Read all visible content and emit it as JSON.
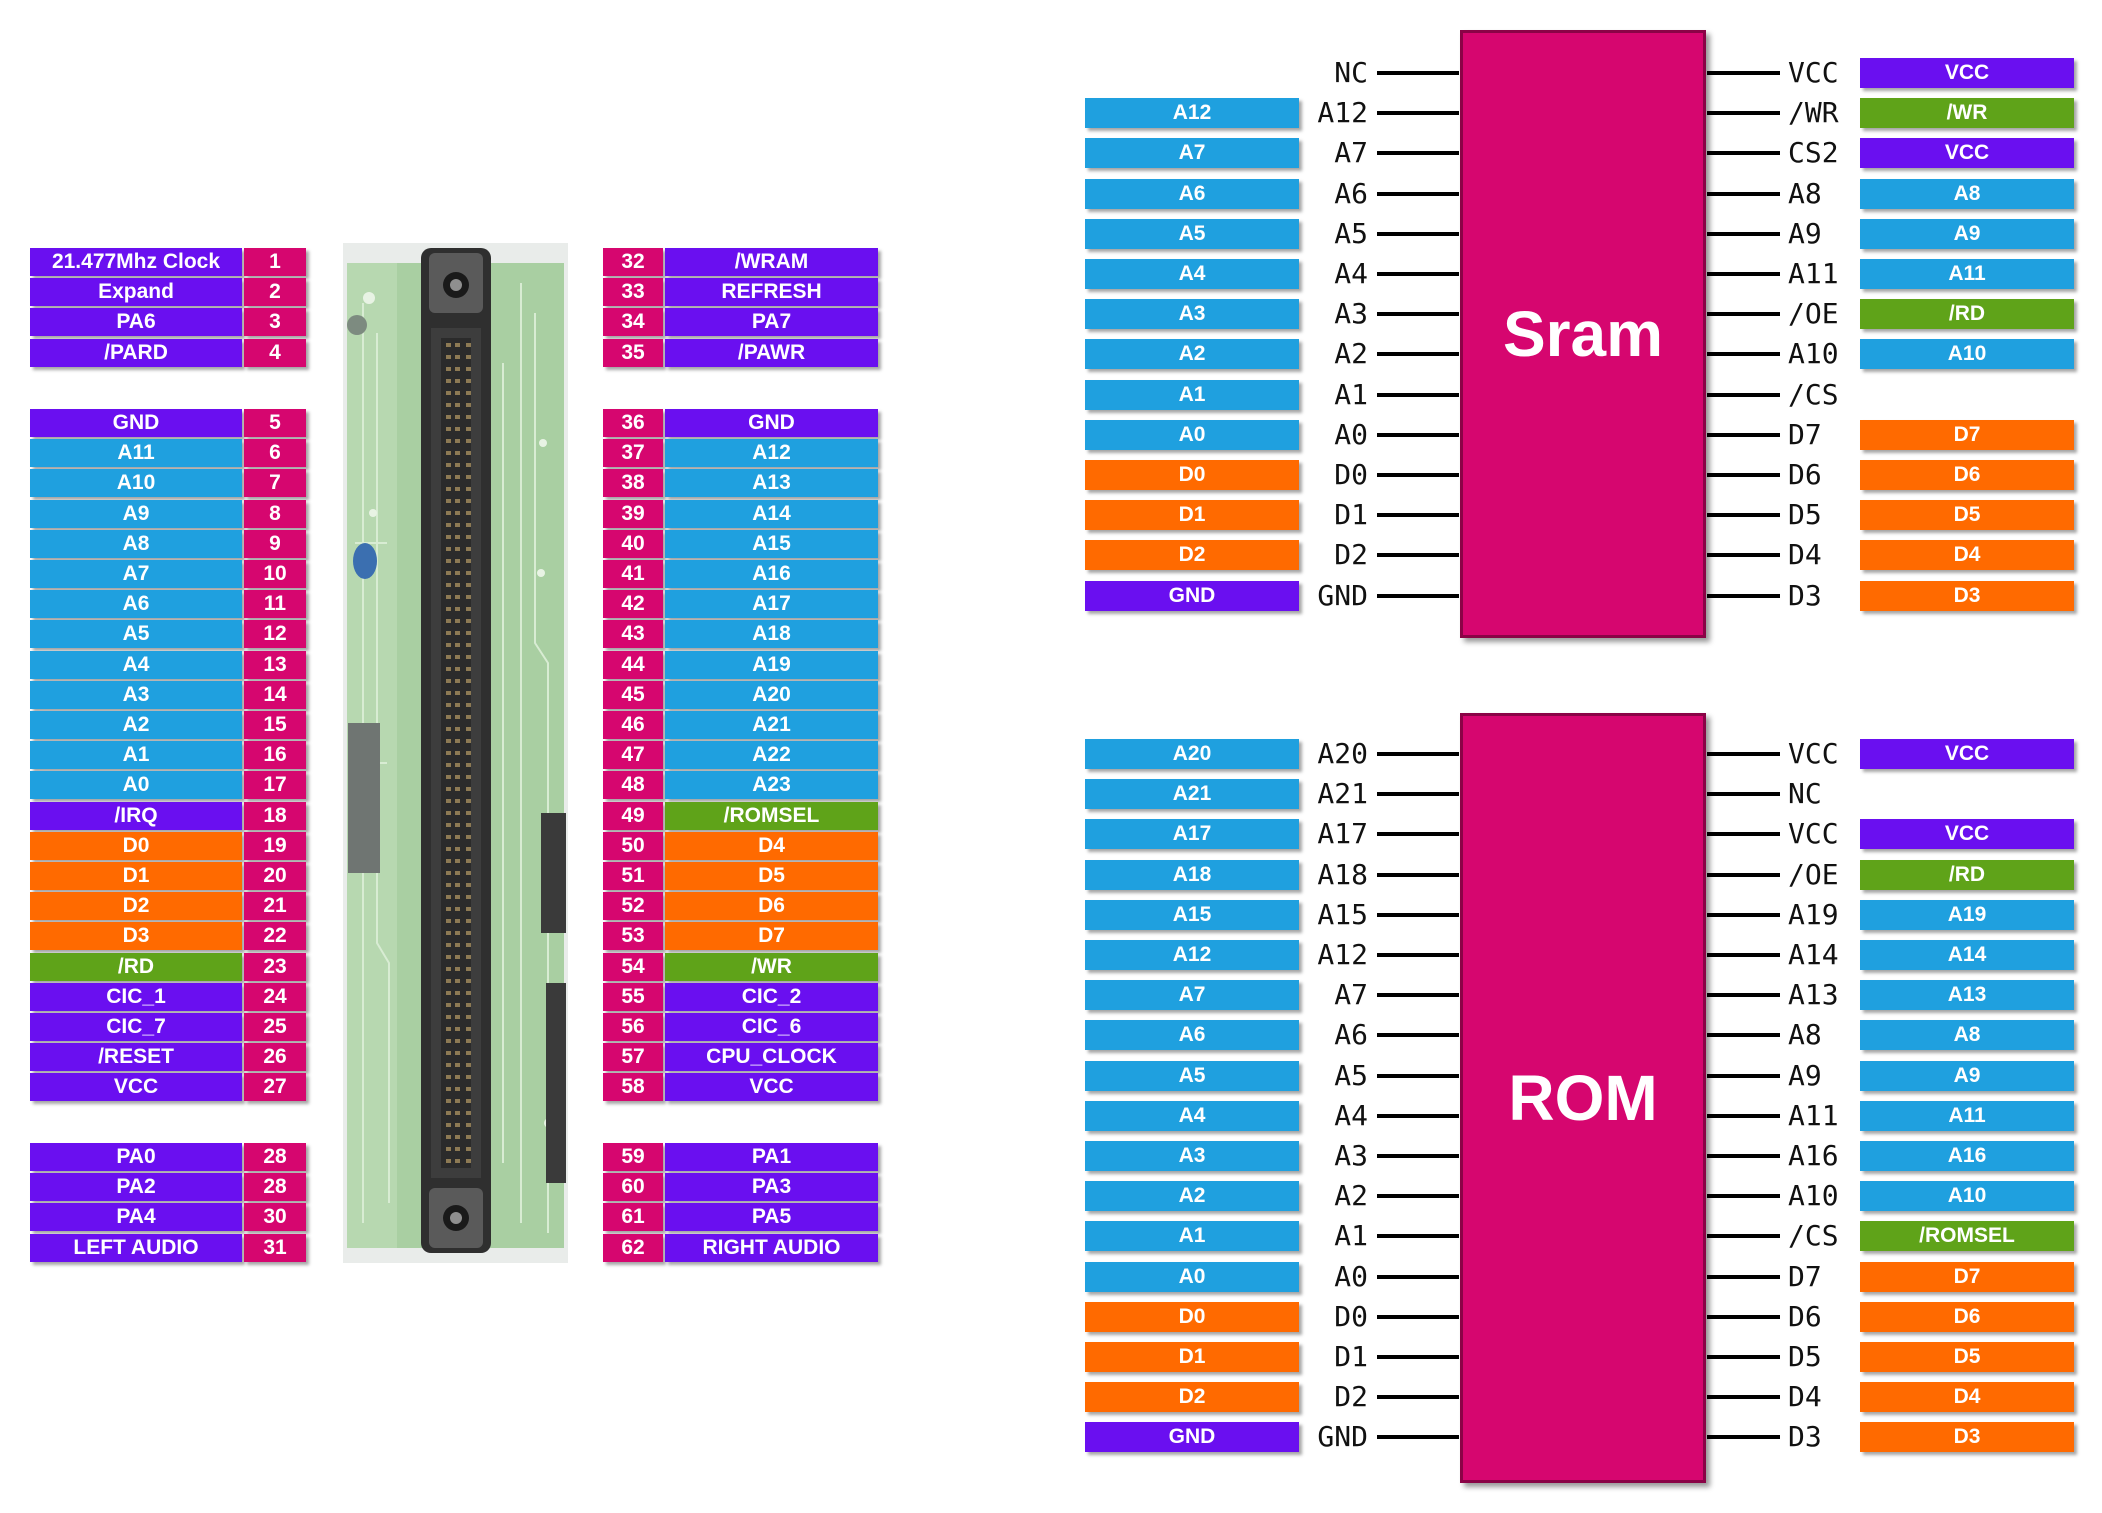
{
  "colors": {
    "addr": "#1fa0df",
    "data": "#ff6a00",
    "ctrl": "#6a0ff0",
    "sig": "#5fa319",
    "pin": "#d6066f"
  },
  "connector": {
    "left_groups": [
      [
        [
          "21.477Mhz Clock",
          "1",
          "ctrl"
        ],
        [
          "Expand",
          "2",
          "ctrl"
        ],
        [
          "PA6",
          "3",
          "ctrl"
        ],
        [
          "/PARD",
          "4",
          "ctrl"
        ]
      ],
      [
        [
          "GND",
          "5",
          "ctrl"
        ],
        [
          "A11",
          "6",
          "addr"
        ],
        [
          "A10",
          "7",
          "addr"
        ],
        [
          "A9",
          "8",
          "addr"
        ],
        [
          "A8",
          "9",
          "addr"
        ],
        [
          "A7",
          "10",
          "addr"
        ],
        [
          "A6",
          "11",
          "addr"
        ],
        [
          "A5",
          "12",
          "addr"
        ],
        [
          "A4",
          "13",
          "addr"
        ],
        [
          "A3",
          "14",
          "addr"
        ],
        [
          "A2",
          "15",
          "addr"
        ],
        [
          "A1",
          "16",
          "addr"
        ],
        [
          "A0",
          "17",
          "addr"
        ],
        [
          "/IRQ",
          "18",
          "ctrl"
        ],
        [
          "D0",
          "19",
          "data"
        ],
        [
          "D1",
          "20",
          "data"
        ],
        [
          "D2",
          "21",
          "data"
        ],
        [
          "D3",
          "22",
          "data"
        ],
        [
          "/RD",
          "23",
          "sig"
        ],
        [
          "CIC_1",
          "24",
          "ctrl"
        ],
        [
          "CIC_7",
          "25",
          "ctrl"
        ],
        [
          "/RESET",
          "26",
          "ctrl"
        ],
        [
          "VCC",
          "27",
          "ctrl"
        ]
      ],
      [
        [
          "PA0",
          "28",
          "ctrl"
        ],
        [
          "PA2",
          "28",
          "ctrl"
        ],
        [
          "PA4",
          "30",
          "ctrl"
        ],
        [
          "LEFT AUDIO",
          "31",
          "ctrl"
        ]
      ]
    ],
    "right_groups": [
      [
        [
          "32",
          "/WRAM",
          "ctrl"
        ],
        [
          "33",
          "REFRESH",
          "ctrl"
        ],
        [
          "34",
          "PA7",
          "ctrl"
        ],
        [
          "35",
          "/PAWR",
          "ctrl"
        ]
      ],
      [
        [
          "36",
          "GND",
          "ctrl"
        ],
        [
          "37",
          "A12",
          "addr"
        ],
        [
          "38",
          "A13",
          "addr"
        ],
        [
          "39",
          "A14",
          "addr"
        ],
        [
          "40",
          "A15",
          "addr"
        ],
        [
          "41",
          "A16",
          "addr"
        ],
        [
          "42",
          "A17",
          "addr"
        ],
        [
          "43",
          "A18",
          "addr"
        ],
        [
          "44",
          "A19",
          "addr"
        ],
        [
          "45",
          "A20",
          "addr"
        ],
        [
          "46",
          "A21",
          "addr"
        ],
        [
          "47",
          "A22",
          "addr"
        ],
        [
          "48",
          "A23",
          "addr"
        ],
        [
          "49",
          "/ROMSEL",
          "sig"
        ],
        [
          "50",
          "D4",
          "data"
        ],
        [
          "51",
          "D5",
          "data"
        ],
        [
          "52",
          "D6",
          "data"
        ],
        [
          "53",
          "D7",
          "data"
        ],
        [
          "54",
          "/WR",
          "sig"
        ],
        [
          "55",
          "CIC_2",
          "ctrl"
        ],
        [
          "56",
          "CIC_6",
          "ctrl"
        ],
        [
          "57",
          "CPU_CLOCK",
          "ctrl"
        ],
        [
          "58",
          "VCC",
          "ctrl"
        ]
      ],
      [
        [
          "59",
          "PA1",
          "ctrl"
        ],
        [
          "60",
          "PA3",
          "ctrl"
        ],
        [
          "61",
          "PA5",
          "ctrl"
        ],
        [
          "62",
          "RIGHT AUDIO",
          "ctrl"
        ]
      ]
    ]
  },
  "sram": {
    "title": "Sram",
    "left": [
      [
        "",
        "",
        "NC"
      ],
      [
        "A12",
        "addr",
        "A12"
      ],
      [
        "A7",
        "addr",
        "A7"
      ],
      [
        "A6",
        "addr",
        "A6"
      ],
      [
        "A5",
        "addr",
        "A5"
      ],
      [
        "A4",
        "addr",
        "A4"
      ],
      [
        "A3",
        "addr",
        "A3"
      ],
      [
        "A2",
        "addr",
        "A2"
      ],
      [
        "A1",
        "addr",
        "A1"
      ],
      [
        "A0",
        "addr",
        "A0"
      ],
      [
        "D0",
        "data",
        "D0"
      ],
      [
        "D1",
        "data",
        "D1"
      ],
      [
        "D2",
        "data",
        "D2"
      ],
      [
        "GND",
        "ctrl",
        "GND"
      ]
    ],
    "right": [
      [
        "VCC",
        "VCC",
        "ctrl"
      ],
      [
        "/WR",
        "/WR",
        "sig"
      ],
      [
        "CS2",
        "VCC",
        "ctrl"
      ],
      [
        "A8",
        "A8",
        "addr"
      ],
      [
        "A9",
        "A9",
        "addr"
      ],
      [
        "A11",
        "A11",
        "addr"
      ],
      [
        "/OE",
        "/RD",
        "sig"
      ],
      [
        "A10",
        "A10",
        "addr"
      ],
      [
        "/CS",
        "",
        ""
      ],
      [
        "D7",
        "D7",
        "data"
      ],
      [
        "D6",
        "D6",
        "data"
      ],
      [
        "D5",
        "D5",
        "data"
      ],
      [
        "D4",
        "D4",
        "data"
      ],
      [
        "D3",
        "D3",
        "data"
      ]
    ]
  },
  "rom": {
    "title": "ROM",
    "left": [
      [
        "A20",
        "addr",
        "A20"
      ],
      [
        "A21",
        "addr",
        "A21"
      ],
      [
        "A17",
        "addr",
        "A17"
      ],
      [
        "A18",
        "addr",
        "A18"
      ],
      [
        "A15",
        "addr",
        "A15"
      ],
      [
        "A12",
        "addr",
        "A12"
      ],
      [
        "A7",
        "addr",
        "A7"
      ],
      [
        "A6",
        "addr",
        "A6"
      ],
      [
        "A5",
        "addr",
        "A5"
      ],
      [
        "A4",
        "addr",
        "A4"
      ],
      [
        "A3",
        "addr",
        "A3"
      ],
      [
        "A2",
        "addr",
        "A2"
      ],
      [
        "A1",
        "addr",
        "A1"
      ],
      [
        "A0",
        "addr",
        "A0"
      ],
      [
        "D0",
        "data",
        "D0"
      ],
      [
        "D1",
        "data",
        "D1"
      ],
      [
        "D2",
        "data",
        "D2"
      ],
      [
        "GND",
        "ctrl",
        "GND"
      ]
    ],
    "right": [
      [
        "VCC",
        "VCC",
        "ctrl"
      ],
      [
        "NC",
        "",
        ""
      ],
      [
        "VCC",
        "VCC",
        "ctrl"
      ],
      [
        "/OE",
        "/RD",
        "sig"
      ],
      [
        "A19",
        "A19",
        "addr"
      ],
      [
        "A14",
        "A14",
        "addr"
      ],
      [
        "A13",
        "A13",
        "addr"
      ],
      [
        "A8",
        "A8",
        "addr"
      ],
      [
        "A9",
        "A9",
        "addr"
      ],
      [
        "A11",
        "A11",
        "addr"
      ],
      [
        "A16",
        "A16",
        "addr"
      ],
      [
        "A10",
        "A10",
        "addr"
      ],
      [
        "/CS",
        "/ROMSEL",
        "sig"
      ],
      [
        "D7",
        "D7",
        "data"
      ],
      [
        "D6",
        "D6",
        "data"
      ],
      [
        "D5",
        "D5",
        "data"
      ],
      [
        "D4",
        "D4",
        "data"
      ],
      [
        "D3",
        "D3",
        "data"
      ]
    ]
  }
}
